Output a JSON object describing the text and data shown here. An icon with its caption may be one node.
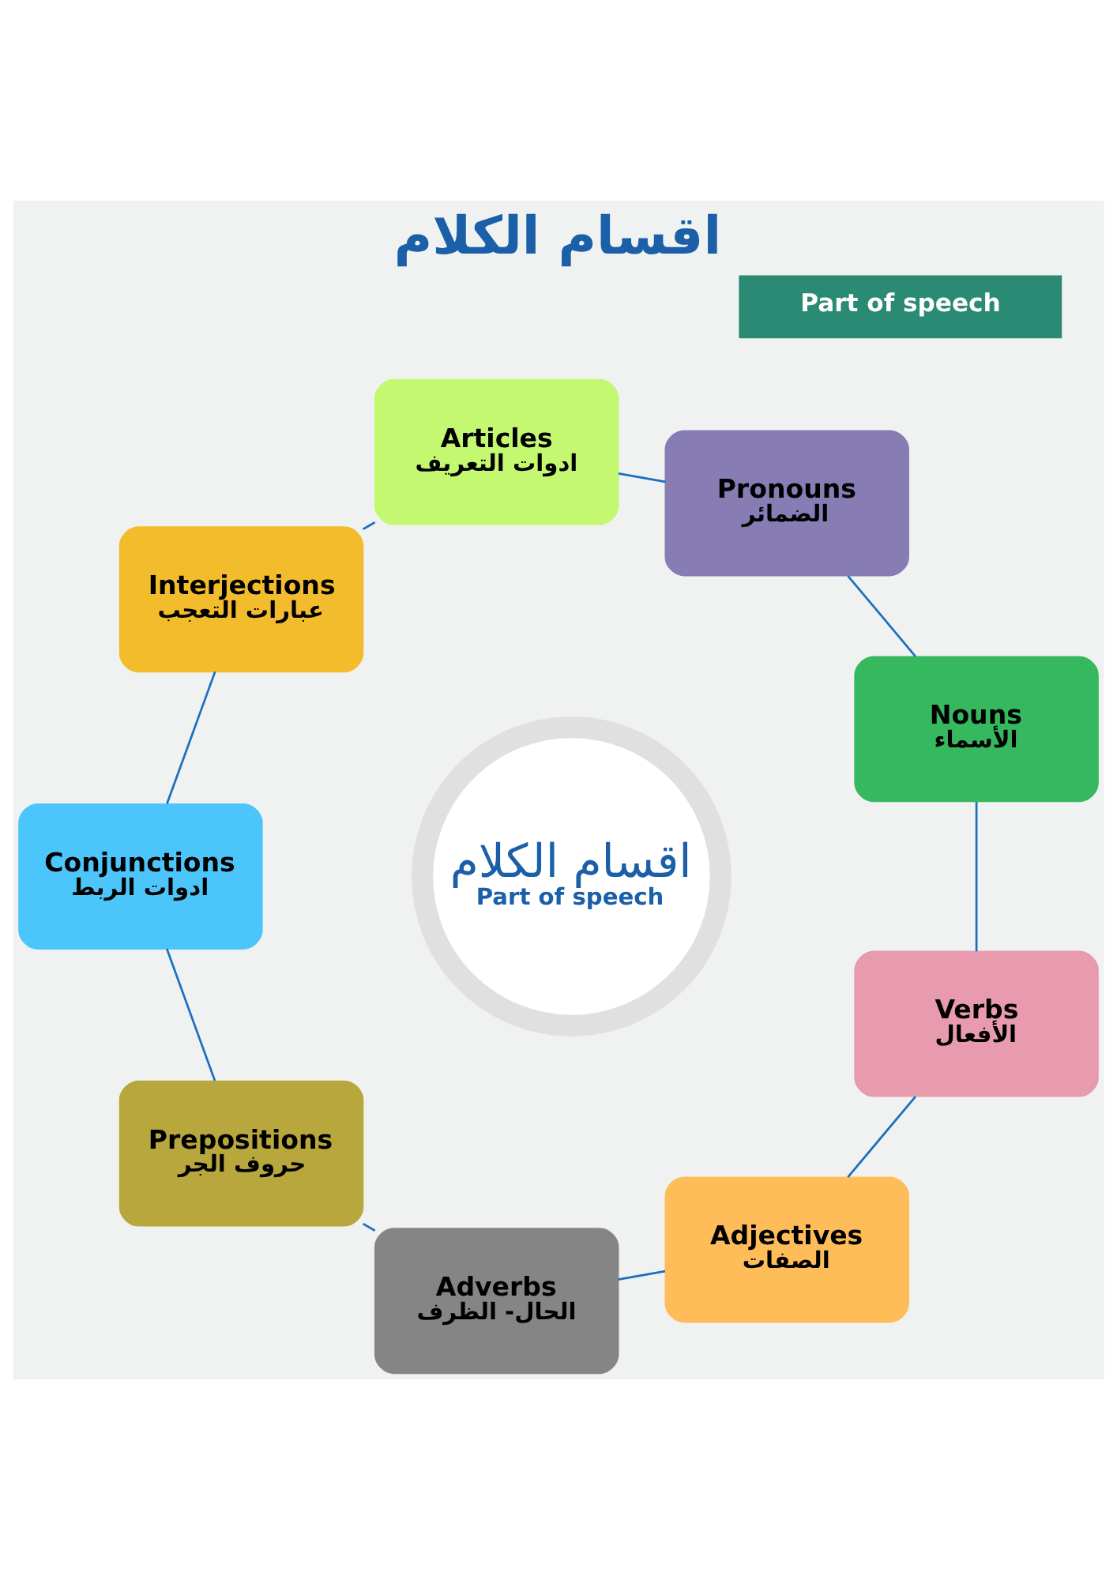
{
  "diagram": {
    "title": "اقسام الكلام",
    "nodes": [
      {
        "text": [
          "Part of speech"
        ]
      },
      {
        "text": [
          "اقسام الكلام",
          "Part of speech"
        ]
      },
      {
        "text": [
          "Articles",
          "ادوات التعريف"
        ]
      },
      {
        "text": [
          "Pronouns",
          "الضمائر"
        ]
      },
      {
        "text": [
          "Nouns",
          "الأسماء"
        ]
      },
      {
        "text": [
          "Verbs",
          "الأفعال"
        ]
      },
      {
        "text": [
          "Adjectives",
          "الصفات"
        ]
      },
      {
        "text": [
          "Adverbs",
          "الحال- الظرف"
        ]
      },
      {
        "text": [
          "Prepositions",
          "حروف الجر"
        ]
      },
      {
        "text": [
          "Conjunctions",
          "ادوات الربط"
        ]
      },
      {
        "text": [
          "Interjections",
          "عبارات التعجب"
        ]
      }
    ],
    "edges": [
      {
        "from": 2,
        "to": 3,
        "arrow": "none"
      },
      {
        "from": 3,
        "to": 4,
        "arrow": "none"
      },
      {
        "from": 4,
        "to": 5,
        "arrow": "none"
      },
      {
        "from": 5,
        "to": 6,
        "arrow": "none"
      },
      {
        "from": 6,
        "to": 7,
        "arrow": "none"
      },
      {
        "from": 7,
        "to": 8,
        "arrow": "none"
      },
      {
        "from": 8,
        "to": 9,
        "arrow": "none"
      },
      {
        "from": 9,
        "to": 10,
        "arrow": "none"
      },
      {
        "from": 10,
        "to": 2,
        "arrow": "none"
      }
    ]
  }
}
